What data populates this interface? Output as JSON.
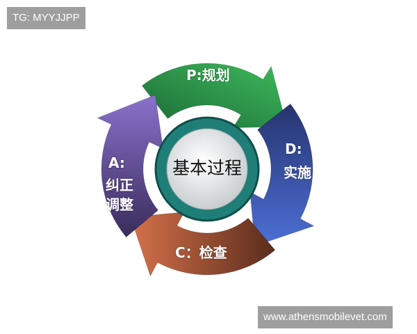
{
  "watermarks": {
    "top_left": "TG: MYYJJPP",
    "bottom_right": "www.athensmobilevet.com"
  },
  "center_label": "基本过程",
  "steps": [
    {
      "key": "P",
      "line1": "P:规划",
      "color_light": "#3dbb5c",
      "color_dark": "#1c6a36"
    },
    {
      "key": "D",
      "line1": "D:",
      "line2": "实施",
      "color_light": "#4c6fd6",
      "color_dark": "#26346e"
    },
    {
      "key": "C",
      "line1": "C：检查",
      "color_light": "#d6714a",
      "color_dark": "#5a2c1c"
    },
    {
      "key": "A",
      "line1": "A:",
      "line2": "纠正",
      "line3": "调整",
      "color_light": "#8a72cc",
      "color_dark": "#3a2c5c"
    }
  ],
  "ring_color": "#1f7f78"
}
